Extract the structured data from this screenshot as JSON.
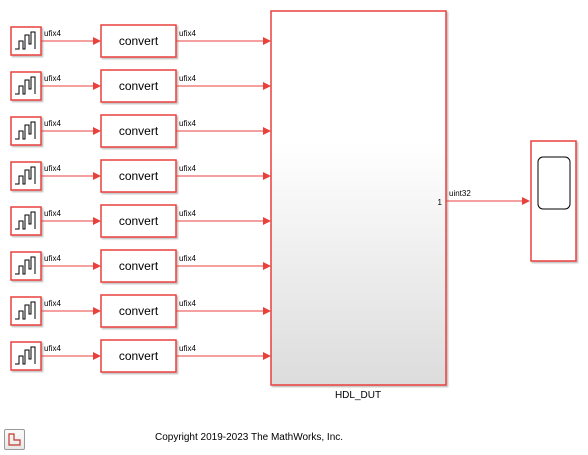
{
  "model": {
    "sources": [
      {
        "signal": "ufix4",
        "icon": "step-signal-icon"
      },
      {
        "signal": "ufix4",
        "icon": "step-signal-icon"
      },
      {
        "signal": "ufix4",
        "icon": "step-signal-icon"
      },
      {
        "signal": "ufix4",
        "icon": "step-signal-icon"
      },
      {
        "signal": "ufix4",
        "icon": "step-signal-icon"
      },
      {
        "signal": "ufix4",
        "icon": "step-signal-icon"
      },
      {
        "signal": "ufix4",
        "icon": "step-signal-icon"
      },
      {
        "signal": "ufix4",
        "icon": "step-signal-icon"
      }
    ],
    "converters": [
      {
        "label": "convert",
        "out_signal": "ufix4",
        "port": "1"
      },
      {
        "label": "convert",
        "out_signal": "ufix4",
        "port": "2"
      },
      {
        "label": "convert",
        "out_signal": "ufix4",
        "port": "3"
      },
      {
        "label": "convert",
        "out_signal": "ufix4",
        "port": "4"
      },
      {
        "label": "convert",
        "out_signal": "ufix4",
        "port": "5"
      },
      {
        "label": "convert",
        "out_signal": "ufix4",
        "port": "6"
      },
      {
        "label": "convert",
        "out_signal": "ufix4",
        "port": "7"
      },
      {
        "label": "convert",
        "out_signal": "ufix4",
        "port": "8"
      }
    ],
    "dut": {
      "name": "HDL_DUT",
      "out_port": "1",
      "out_signal": "uint32"
    },
    "scope": {
      "icon": "scope-icon"
    },
    "copyright": "Copyright 2019-2023 The MathWorks, Inc.",
    "corner_icon": "model-info-icon",
    "colors": {
      "block_border": "#e8413c",
      "line": "#e8413c",
      "text": "#000000"
    }
  }
}
